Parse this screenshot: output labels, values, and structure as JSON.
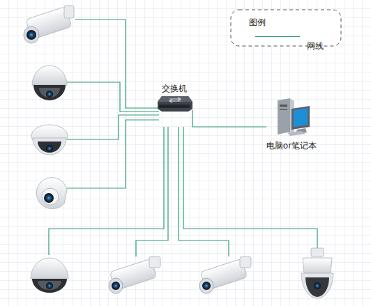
{
  "diagram": {
    "nodes": [
      {
        "text": [
          "交换机"
        ]
      },
      {
        "text": [
          "电脑or笔记本"
        ]
      }
    ],
    "edges": [
      {
        "from": 0,
        "to": 1,
        "arrow": "none"
      }
    ],
    "labels": [
      "图例"
    ],
    "legend": [
      {
        "text": "网线"
      }
    ]
  }
}
